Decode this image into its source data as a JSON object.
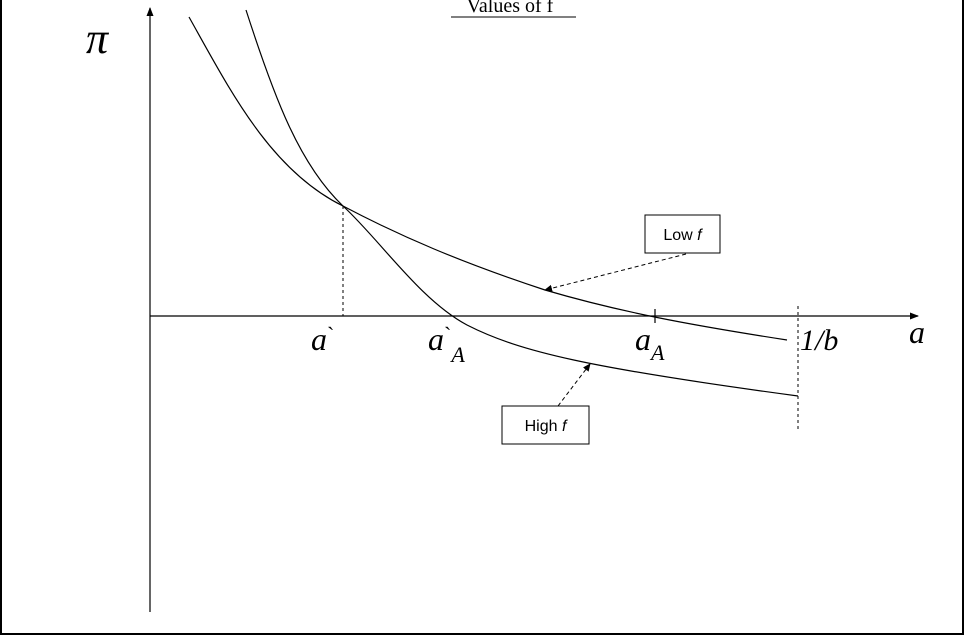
{
  "title": "Values of f",
  "axes": {
    "y_symbol": "π",
    "x_symbol": "a"
  },
  "ticks": {
    "a_prime": {
      "base": "a",
      "mark": "`",
      "sub": ""
    },
    "a_prime_A": {
      "base": "a",
      "mark": "`",
      "sub": "A"
    },
    "a_A": {
      "base": "a",
      "mark": "",
      "sub": "A"
    },
    "one_over_b": "1/b"
  },
  "labels": {
    "low_f": {
      "text": "Low ",
      "var": "f"
    },
    "high_f": {
      "text": "High ",
      "var": "f"
    }
  }
}
